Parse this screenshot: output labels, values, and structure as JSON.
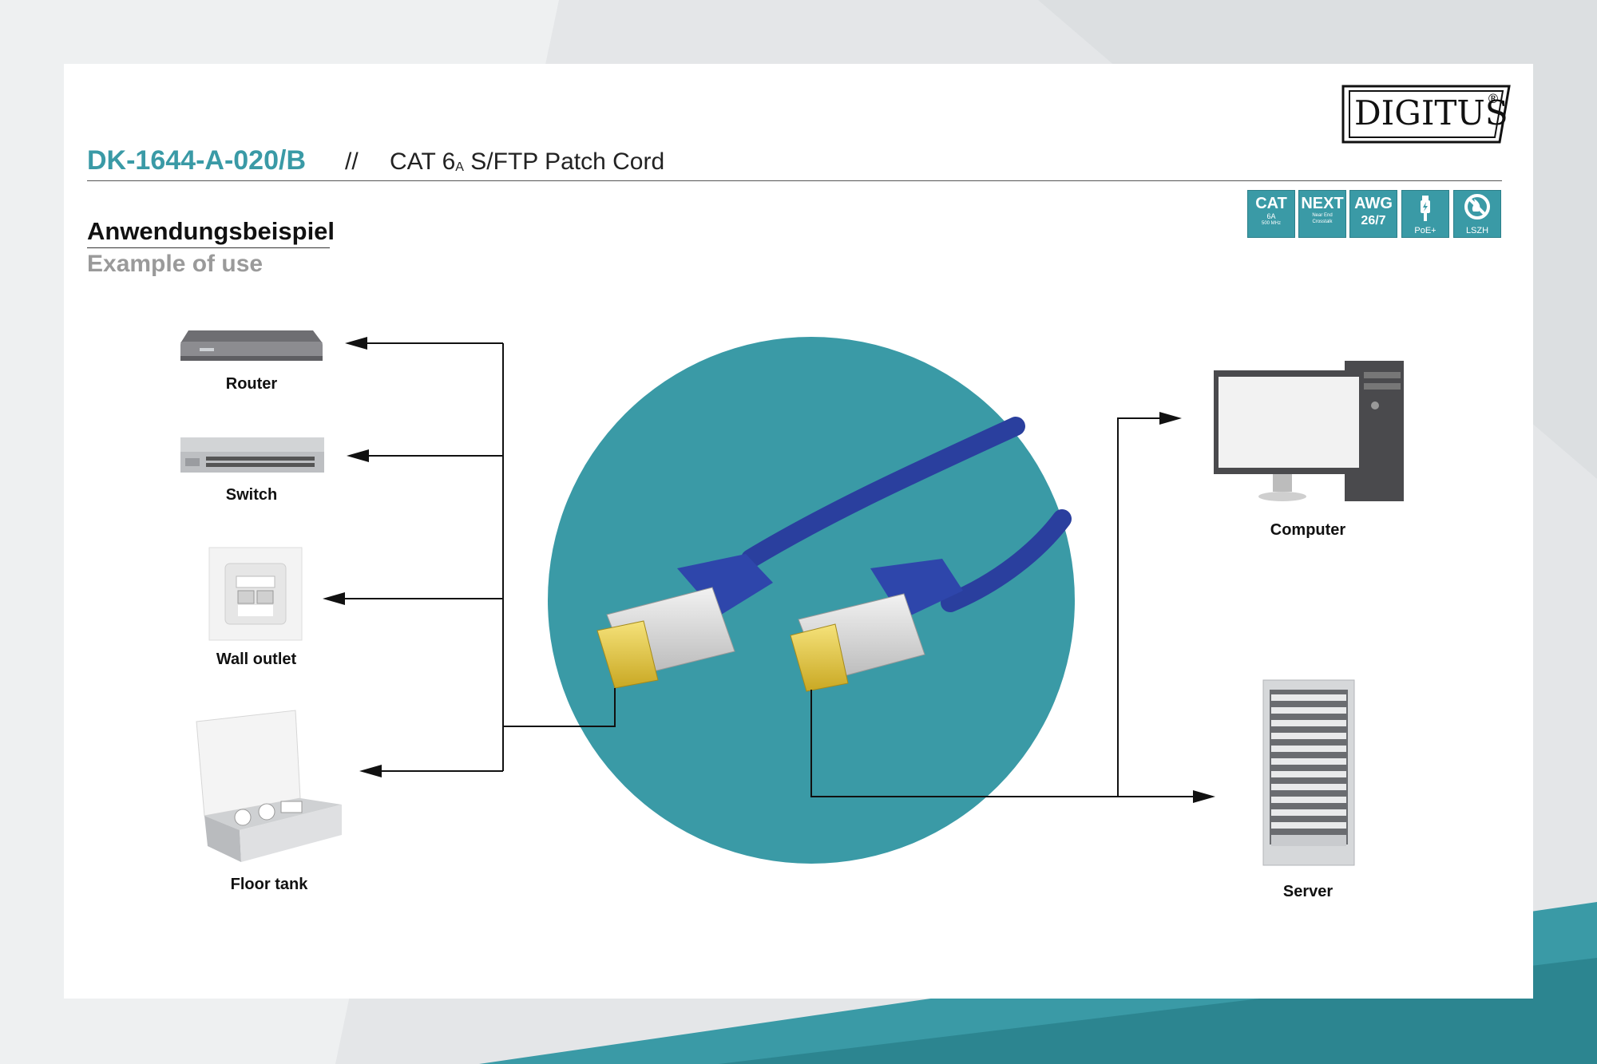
{
  "brand": {
    "logo": "DIGITUS",
    "registered": "®"
  },
  "header": {
    "model": "DK-1644-A-020/B",
    "separator": "//",
    "product_prefix": "CAT 6",
    "product_sub": "A",
    "product_suffix": " S/FTP Patch Cord"
  },
  "section": {
    "title": "Anwendungsbeispiel",
    "subtitle": "Example of use"
  },
  "badges": [
    {
      "big": "CAT",
      "mid": "6A",
      "small": "500 MHz"
    },
    {
      "big": "NEXT",
      "mid": "Near End",
      "small": "Crosstalk"
    },
    {
      "big": "AWG",
      "mid": "26/7",
      "small": ""
    },
    {
      "big": "",
      "mid": "",
      "small": "PoE+"
    },
    {
      "big": "",
      "mid": "",
      "small": "LSZH"
    }
  ],
  "devices": {
    "router": "Router",
    "switch": "Switch",
    "wall_outlet": "Wall outlet",
    "floor_tank": "Floor tank",
    "computer": "Computer",
    "server": "Server"
  },
  "colors": {
    "accent": "#3a9aa6",
    "cable": "#2a3f9e",
    "connector": "#e9c93a"
  }
}
